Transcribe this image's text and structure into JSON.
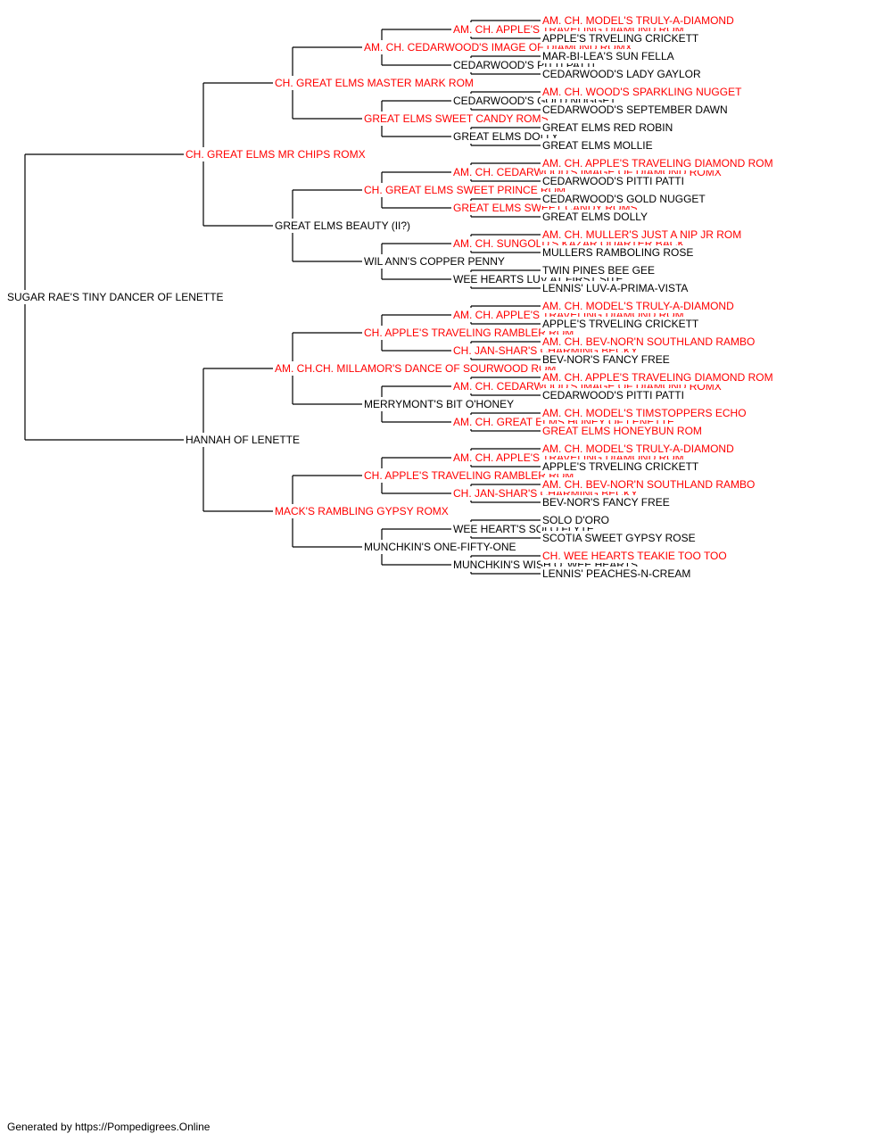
{
  "colors": {
    "champion": "#ff0000",
    "regular": "#000000",
    "line": "#000000"
  },
  "footer": "Generated by https://Pompedigrees.Online",
  "pedigree": {
    "name": "SUGAR RAE'S TINY DANCER OF LENETTE",
    "champion": false,
    "sire": {
      "name": "CH. GREAT ELMS MR CHIPS ROMX",
      "champion": true,
      "sire": {
        "name": "CH. GREAT ELMS MASTER MARK ROM",
        "champion": true,
        "sire": {
          "name": "AM. CH. CEDARWOOD'S IMAGE OF DIAMOND ROMX",
          "champion": true,
          "sire": {
            "name": "AM. CH. APPLE'S TRAVELING DIAMOND ROM",
            "champion": true,
            "sire": {
              "name": "AM. CH. MODEL'S TRULY-A-DIAMOND",
              "champion": true
            },
            "dam": {
              "name": "APPLE'S TRVELING CRICKETT",
              "champion": false
            }
          },
          "dam": {
            "name": "CEDARWOOD'S PITTI PATTI",
            "champion": false,
            "sire": {
              "name": "MAR-BI-LEA'S SUN FELLA",
              "champion": false
            },
            "dam": {
              "name": "CEDARWOOD'S LADY GAYLOR",
              "champion": false
            }
          }
        },
        "dam": {
          "name": "GREAT ELMS SWEET CANDY ROMS",
          "champion": true,
          "sire": {
            "name": "CEDARWOOD'S GOLD NUGGET",
            "champion": false,
            "sire": {
              "name": "AM. CH. WOOD'S SPARKLING NUGGET",
              "champion": true
            },
            "dam": {
              "name": "CEDARWOOD'S SEPTEMBER DAWN",
              "champion": false
            }
          },
          "dam": {
            "name": "GREAT ELMS DOLLY",
            "champion": false,
            "sire": {
              "name": "GREAT ELMS RED ROBIN",
              "champion": false
            },
            "dam": {
              "name": "GREAT ELMS MOLLIE",
              "champion": false
            }
          }
        }
      },
      "dam": {
        "name": "GREAT ELMS BEAUTY (II?)",
        "champion": false,
        "sire": {
          "name": "CH. GREAT ELMS SWEET PRINCE ROM",
          "champion": true,
          "sire": {
            "name": "AM. CH. CEDARWOOD'S IMAGE OF DIAMOND ROMX",
            "champion": true,
            "sire": {
              "name": "AM. CH. APPLE'S TRAVELING DIAMOND ROM",
              "champion": true
            },
            "dam": {
              "name": "CEDARWOOD'S PITTI PATTI",
              "champion": false
            }
          },
          "dam": {
            "name": "GREAT ELMS SWEET CANDY ROMS",
            "champion": true,
            "sire": {
              "name": "CEDARWOOD'S GOLD NUGGET",
              "champion": false
            },
            "dam": {
              "name": "GREAT ELMS DOLLY",
              "champion": false
            }
          }
        },
        "dam": {
          "name": "WIL ANN'S COPPER PENNY",
          "champion": false,
          "sire": {
            "name": "AM. CH. SUNGOLD'S KAZAR QUARTER BACK",
            "champion": true,
            "sire": {
              "name": "AM. CH. MULLER'S JUST A NIP JR ROM",
              "champion": true
            },
            "dam": {
              "name": "MULLERS RAMBOLING ROSE",
              "champion": false
            }
          },
          "dam": {
            "name": "WEE HEARTS LUV AT FIRST SITE",
            "champion": false,
            "sire": {
              "name": "TWIN PINES BEE GEE",
              "champion": false
            },
            "dam": {
              "name": "LENNIS' LUV-A-PRIMA-VISTA",
              "champion": false
            }
          }
        }
      }
    },
    "dam": {
      "name": "HANNAH OF LENETTE",
      "champion": false,
      "sire": {
        "name": "AM. CH.CH. MILLAMOR'S DANCE OF SOURWOOD ROM",
        "champion": true,
        "sire": {
          "name": "CH. APPLE'S TRAVELING RAMBLER ROM",
          "champion": true,
          "sire": {
            "name": "AM. CH. APPLE'S TRAVELING DIAMOND ROM",
            "champion": true,
            "sire": {
              "name": "AM. CH. MODEL'S TRULY-A-DIAMOND",
              "champion": true
            },
            "dam": {
              "name": "APPLE'S TRVELING CRICKETT",
              "champion": false
            }
          },
          "dam": {
            "name": "CH. JAN-SHAR'S CHARMING BECKY",
            "champion": true,
            "sire": {
              "name": "AM. CH. BEV-NOR'N SOUTHLAND RAMBO",
              "champion": true
            },
            "dam": {
              "name": "BEV-NOR'S FANCY FREE",
              "champion": false
            }
          }
        },
        "dam": {
          "name": "MERRYMONT'S BIT O'HONEY",
          "champion": false,
          "sire": {
            "name": "AM. CH. CEDARWOOD'S IMAGE OF DIAMOND ROMX",
            "champion": true,
            "sire": {
              "name": "AM. CH. APPLE'S TRAVELING DIAMOND ROM",
              "champion": true
            },
            "dam": {
              "name": "CEDARWOOD'S PITTI PATTI",
              "champion": false
            }
          },
          "dam": {
            "name": "AM. CH. GREAT ELMS HONEY OF LENETTE",
            "champion": true,
            "sire": {
              "name": "AM. CH. MODEL'S TIMSTOPPERS ECHO",
              "champion": true
            },
            "dam": {
              "name": "GREAT ELMS HONEYBUN ROM",
              "champion": true
            }
          }
        }
      },
      "dam": {
        "name": "MACK'S RAMBLING GYPSY ROMX",
        "champion": true,
        "sire": {
          "name": "CH. APPLE'S TRAVELING RAMBLER ROM",
          "champion": true,
          "sire": {
            "name": "AM. CH. APPLE'S TRAVELING DIAMOND ROM",
            "champion": true,
            "sire": {
              "name": "AM. CH. MODEL'S TRULY-A-DIAMOND",
              "champion": true
            },
            "dam": {
              "name": "APPLE'S TRVELING CRICKETT",
              "champion": false
            }
          },
          "dam": {
            "name": "CH. JAN-SHAR'S CHARMING BECKY",
            "champion": true,
            "sire": {
              "name": "AM. CH. BEV-NOR'N SOUTHLAND RAMBO",
              "champion": true
            },
            "dam": {
              "name": "BEV-NOR'S FANCY FREE",
              "champion": false
            }
          }
        },
        "dam": {
          "name": "MUNCHKIN'S ONE-FIFTY-ONE",
          "champion": false,
          "sire": {
            "name": "WEE HEART'S SOLO FLYTE",
            "champion": false,
            "sire": {
              "name": "SOLO D'ORO",
              "champion": false
            },
            "dam": {
              "name": "SCOTIA SWEET GYPSY ROSE",
              "champion": false
            }
          },
          "dam": {
            "name": "MUNCHKIN'S WISH O' WEE HEARTS",
            "champion": false,
            "sire": {
              "name": "CH. WEE HEARTS TEAKIE TOO TOO",
              "champion": true
            },
            "dam": {
              "name": "LENNIS' PEACHES-N-CREAM",
              "champion": false
            }
          }
        }
      }
    }
  }
}
